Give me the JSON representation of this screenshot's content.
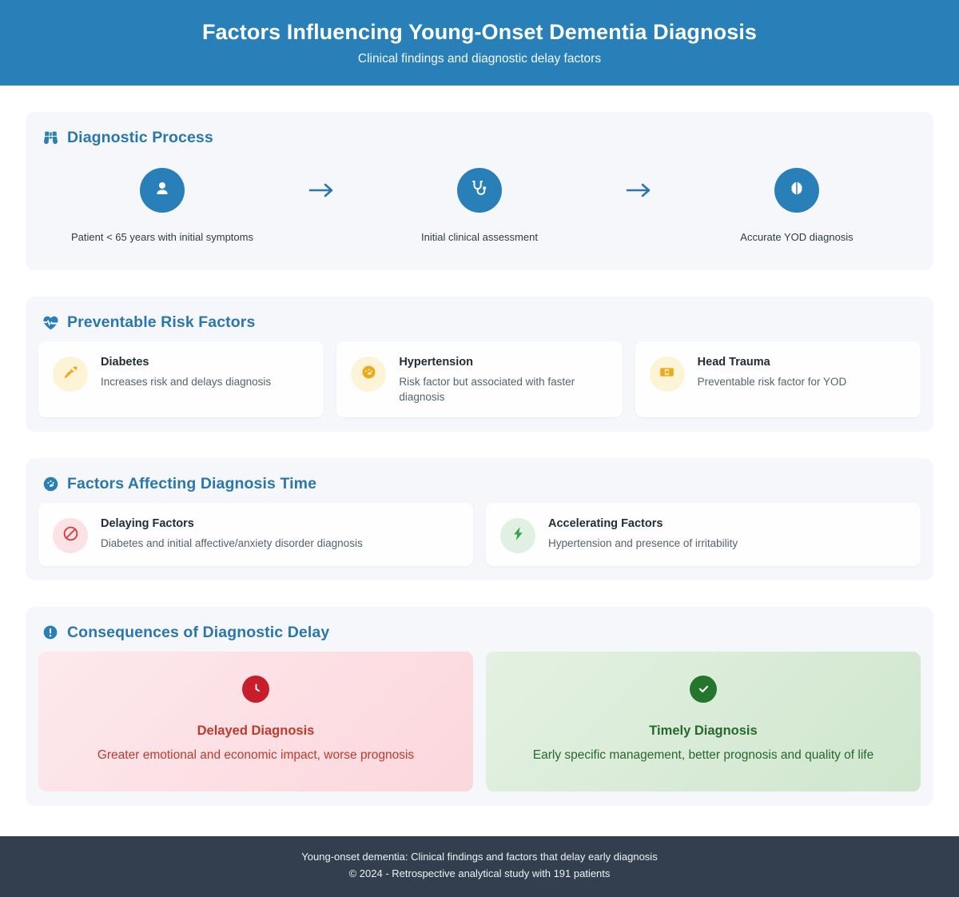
{
  "header": {
    "title": "Factors Influencing Young-Onset Dementia Diagnosis",
    "subtitle": "Clinical findings and diagnostic delay factors",
    "bg_color": "#2980b9"
  },
  "sections": {
    "process": {
      "icon": "binoculars-icon",
      "title": "Diagnostic Process",
      "nodes": [
        {
          "icon": "person-icon",
          "label": "Patient < 65 years with initial symptoms"
        },
        {
          "icon": "stethoscope-icon",
          "label": "Initial clinical assessment"
        },
        {
          "icon": "brain-icon",
          "label": "Accurate YOD diagnosis"
        }
      ],
      "arrow": "arrow-right-icon",
      "accent_color": "#2980b9"
    },
    "risk_factors": {
      "icon": "heart-pulse-icon",
      "title": "Preventable Risk Factors",
      "items": [
        {
          "icon": "syringe-icon",
          "title": "Diabetes",
          "desc": "Increases risk and delays diagnosis",
          "tone": "amber"
        },
        {
          "icon": "gauge-icon",
          "title": "Hypertension",
          "desc": "Risk factor but associated with faster diagnosis",
          "tone": "amber"
        },
        {
          "icon": "first-aid-kit-icon",
          "title": "Head Trauma",
          "desc": "Preventable risk factor for YOD",
          "tone": "amber"
        }
      ],
      "accent_color": "#f0a818"
    },
    "diagnosis_time": {
      "icon": "stopwatch-icon",
      "title": "Factors Affecting Diagnosis Time",
      "items": [
        {
          "icon": "ban-icon",
          "title": "Delaying Factors",
          "desc": "Diabetes and initial affective/anxiety disorder diagnosis",
          "tone": "red"
        },
        {
          "icon": "bolt-icon",
          "title": "Accelerating Factors",
          "desc": "Hypertension and presence of irritability",
          "tone": "green"
        }
      ]
    },
    "consequences": {
      "icon": "exclamation-circle-icon",
      "title": "Consequences of Diagnostic Delay",
      "outcomes": [
        {
          "icon": "clock-icon",
          "title": "Delayed Diagnosis",
          "desc": "Greater emotional and economic impact, worse prognosis",
          "color": "#c0392b"
        },
        {
          "icon": "check-circle-icon",
          "title": "Timely Diagnosis",
          "desc": "Early specific management, better prognosis and quality of life",
          "color": "#27682e"
        }
      ]
    }
  },
  "footer": {
    "line1": "Young-onset dementia: Clinical findings and factors that delay early diagnosis",
    "line2": "© 2024 - Retrospective analytical study with 191 patients"
  }
}
